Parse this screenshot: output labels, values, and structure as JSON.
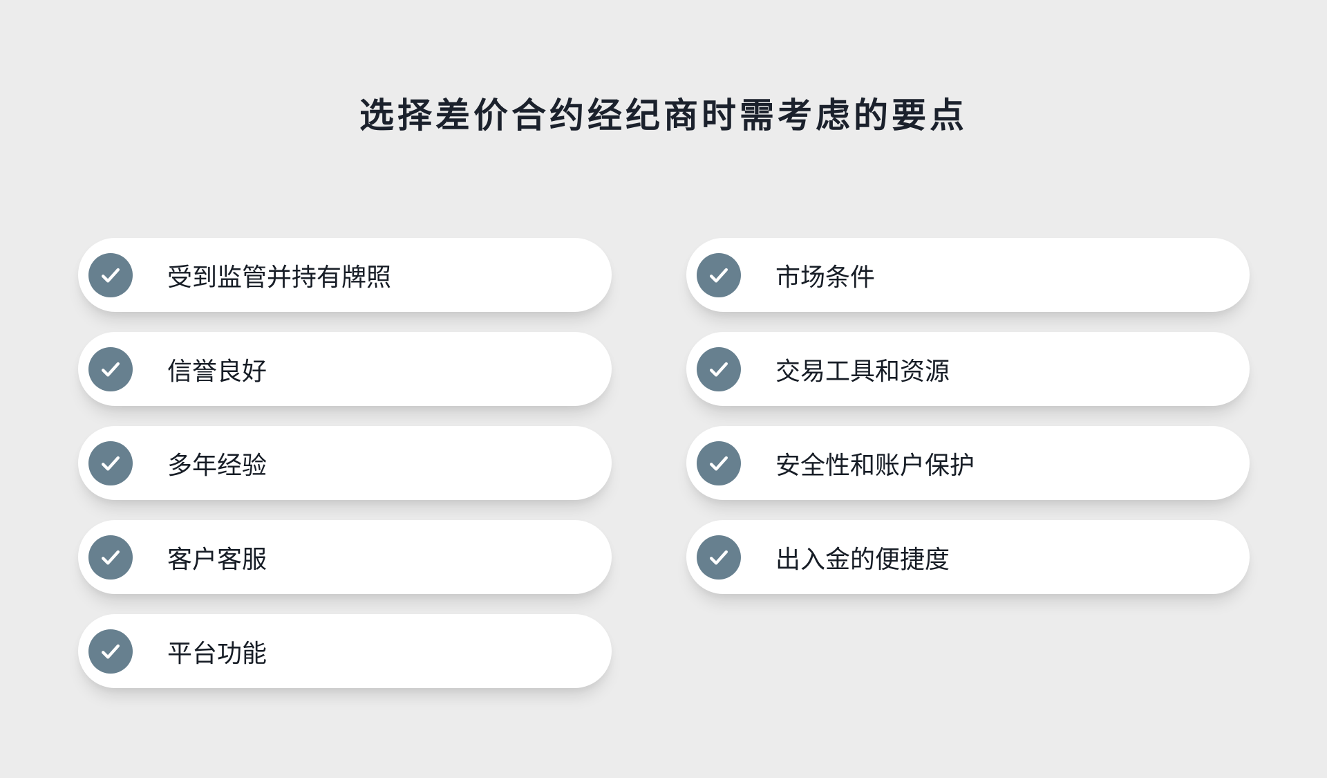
{
  "title": "选择差价合约经纪商时需考虑的要点",
  "colors": {
    "background": "#ececec",
    "pill": "#ffffff",
    "icon_circle": "#67808F",
    "checkmark": "#ffffff",
    "title_text": "#1b212c",
    "item_text": "#171d26"
  },
  "icon": {
    "name": "checkmark-icon"
  },
  "items": {
    "left": [
      "受到监管并持有牌照",
      "信誉良好",
      "多年经验",
      "客户客服",
      "平台功能"
    ],
    "right": [
      "市场条件",
      "交易工具和资源",
      "安全性和账户保护",
      "出入金的便捷度"
    ]
  }
}
